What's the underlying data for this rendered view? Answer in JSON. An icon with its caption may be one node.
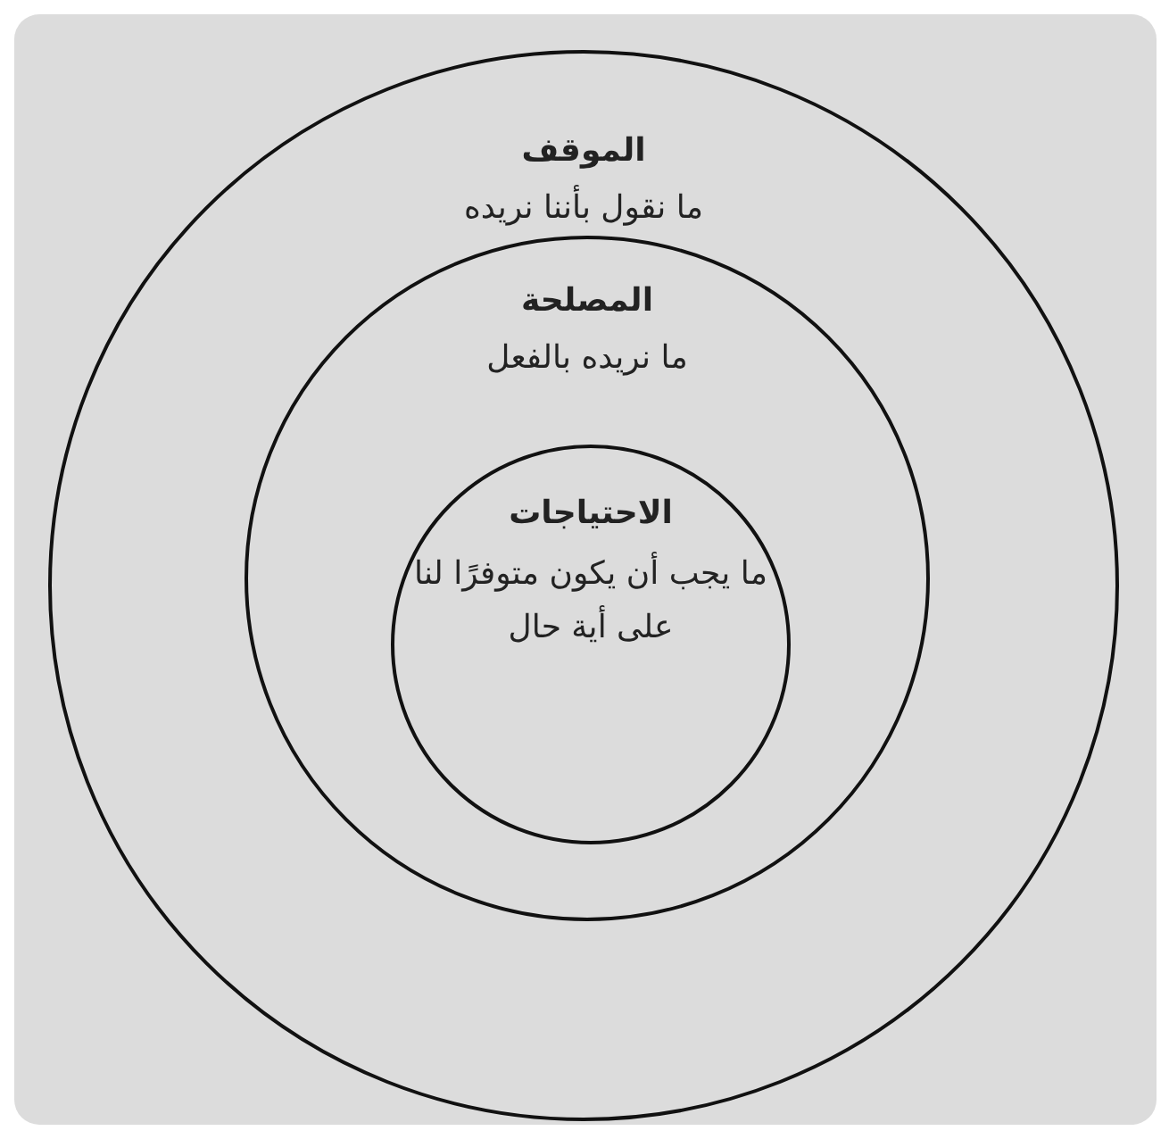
{
  "diagram": {
    "nodes": [
      {
        "text": [
          "الموقف",
          "ما نقول بأننا نريده"
        ]
      },
      {
        "text": [
          "المصلحة",
          "ما نريده بالفعل"
        ],
        "in": 0
      },
      {
        "text": [
          "الاحتياجات",
          "ما يجب أن يكون متوفرًا لنا على أية حال"
        ],
        "in": 1
      }
    ]
  }
}
